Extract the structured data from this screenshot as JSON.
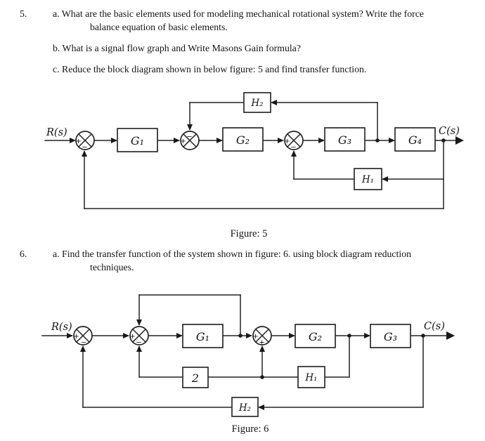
{
  "question5": {
    "number": "5.",
    "part_a_line1": "a. What are the basic elements used for modeling mechanical rotational system? Write the force",
    "part_a_line2": "balance equation of basic elements.",
    "part_b": "b. What is a signal flow graph and Write Masons Gain formula?",
    "part_c": "c. Reduce the block diagram shown in below figure: 5 and find transfer function."
  },
  "figure5": {
    "caption": "Figure: 5",
    "input_label": "R(s)",
    "output_label": "C(s)",
    "blocks": {
      "g1": "G₁",
      "g2": "G₂",
      "g3": "G₃",
      "g4": "G₄",
      "h1": "H₁",
      "h2": "H₂"
    },
    "signs": {
      "sum1_left": "+",
      "sum1_bottom": "−",
      "sum2_left": "+",
      "sum2_top": "−",
      "sum3_left": "+",
      "sum3_bottom": "−"
    }
  },
  "question6": {
    "number": "6.",
    "part_a_line1": "a. Find the transfer function of the system shown in figure: 6. using block diagram reduction",
    "part_a_line2": "techniques."
  },
  "figure6": {
    "caption": "Figure: 6",
    "input_label": "R(s)",
    "output_label": "C(s)",
    "blocks": {
      "g1": "G₁",
      "g2": "G₂",
      "g3": "G₃",
      "two": "2",
      "h1": "H₁",
      "h2": "H₂"
    },
    "signs": {
      "sum1_left": "+",
      "sum1_bottom": "−",
      "sum2_left": "+",
      "sum2_bottom": "−",
      "sum3_left": "+",
      "sum3_bottom": "+"
    }
  },
  "colors": {
    "ink": "#1a1a1a",
    "paper": "#ffffff"
  }
}
